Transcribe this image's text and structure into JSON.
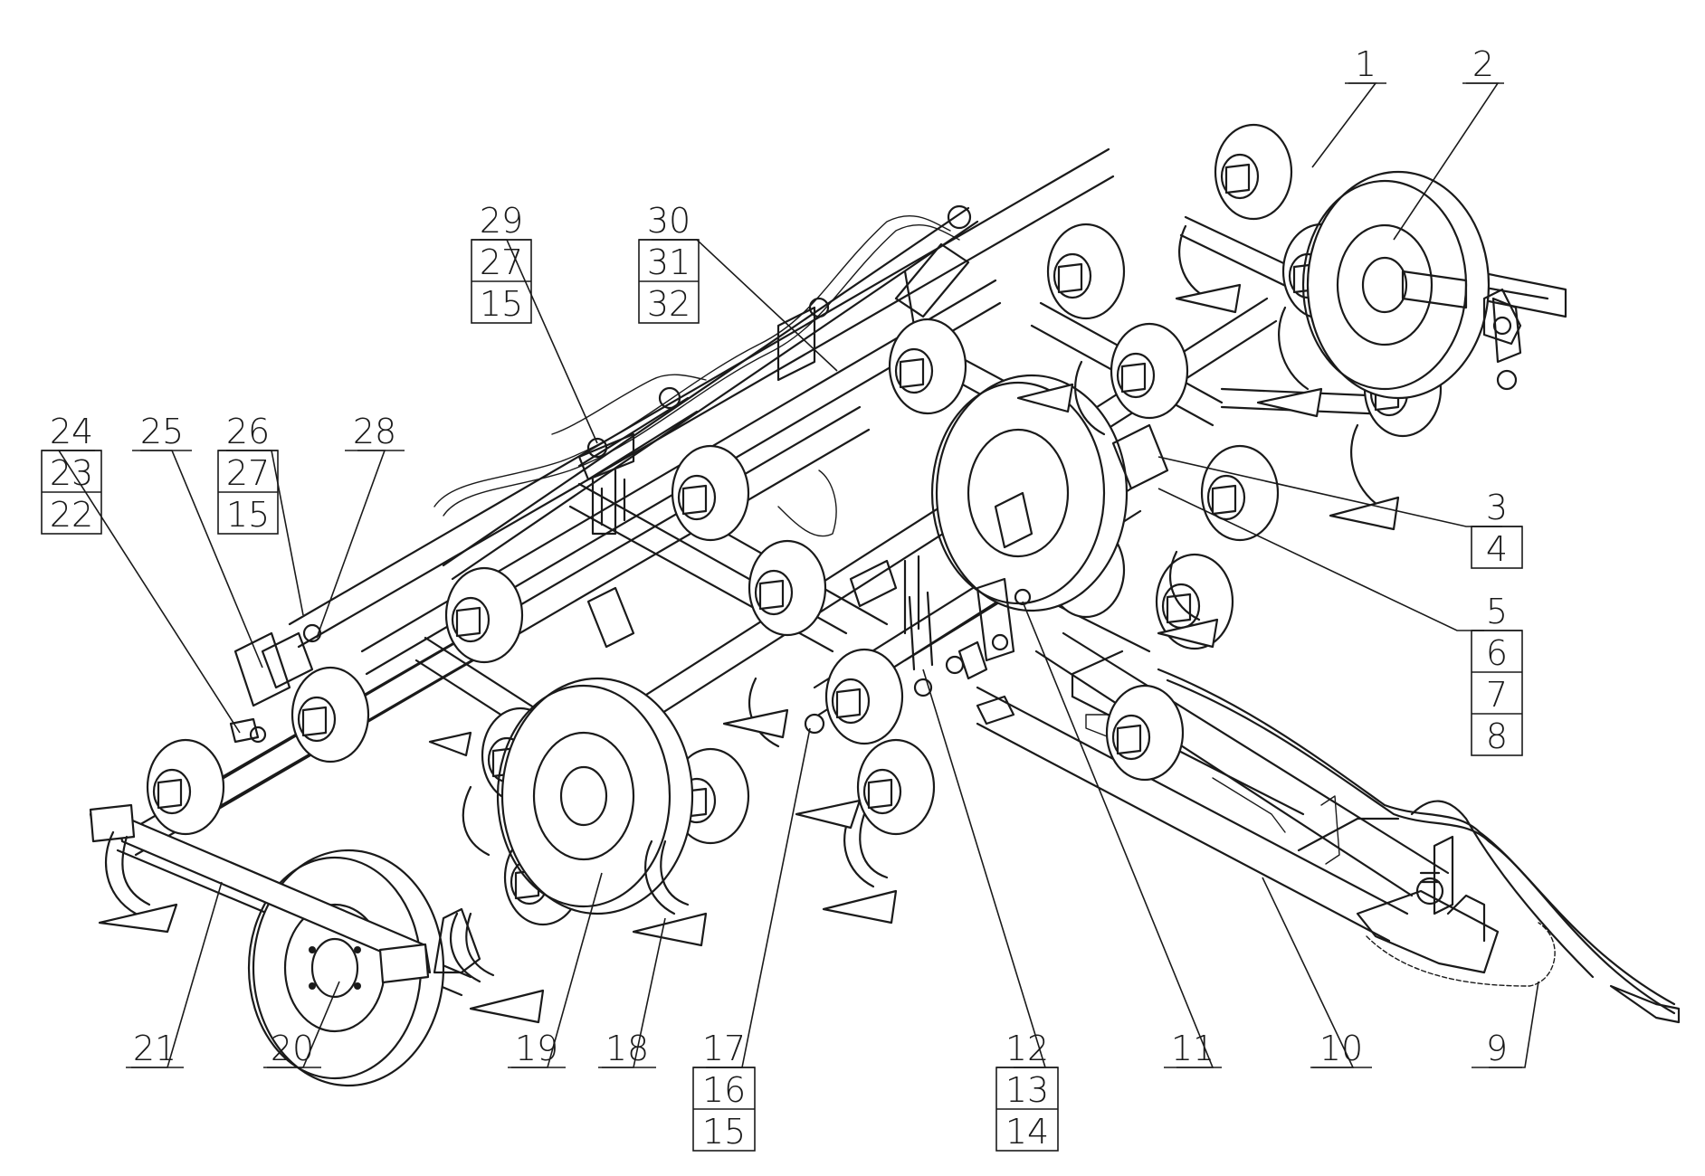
{
  "callouts": [
    {
      "id": "c1",
      "rows": [
        "1"
      ]
    },
    {
      "id": "c2",
      "rows": [
        "2"
      ]
    },
    {
      "id": "c3",
      "rows": [
        "3",
        "4"
      ]
    },
    {
      "id": "c5",
      "rows": [
        "5",
        "6",
        "7",
        "8"
      ]
    },
    {
      "id": "c9",
      "rows": [
        "9"
      ]
    },
    {
      "id": "c10",
      "rows": [
        "10"
      ]
    },
    {
      "id": "c11",
      "rows": [
        "11"
      ]
    },
    {
      "id": "c12",
      "rows": [
        "12",
        "13",
        "14"
      ]
    },
    {
      "id": "c17",
      "rows": [
        "17",
        "16",
        "15"
      ]
    },
    {
      "id": "c18",
      "rows": [
        "18"
      ]
    },
    {
      "id": "c19",
      "rows": [
        "19"
      ]
    },
    {
      "id": "c20",
      "rows": [
        "20"
      ]
    },
    {
      "id": "c21",
      "rows": [
        "21"
      ]
    },
    {
      "id": "c24",
      "rows": [
        "24",
        "23",
        "22"
      ]
    },
    {
      "id": "c25",
      "rows": [
        "25"
      ]
    },
    {
      "id": "c26",
      "rows": [
        "26",
        "27",
        "15"
      ]
    },
    {
      "id": "c28",
      "rows": [
        "28"
      ]
    },
    {
      "id": "c29",
      "rows": [
        "29",
        "27",
        "15"
      ]
    },
    {
      "id": "c30",
      "rows": [
        "30",
        "31",
        "32"
      ]
    }
  ]
}
